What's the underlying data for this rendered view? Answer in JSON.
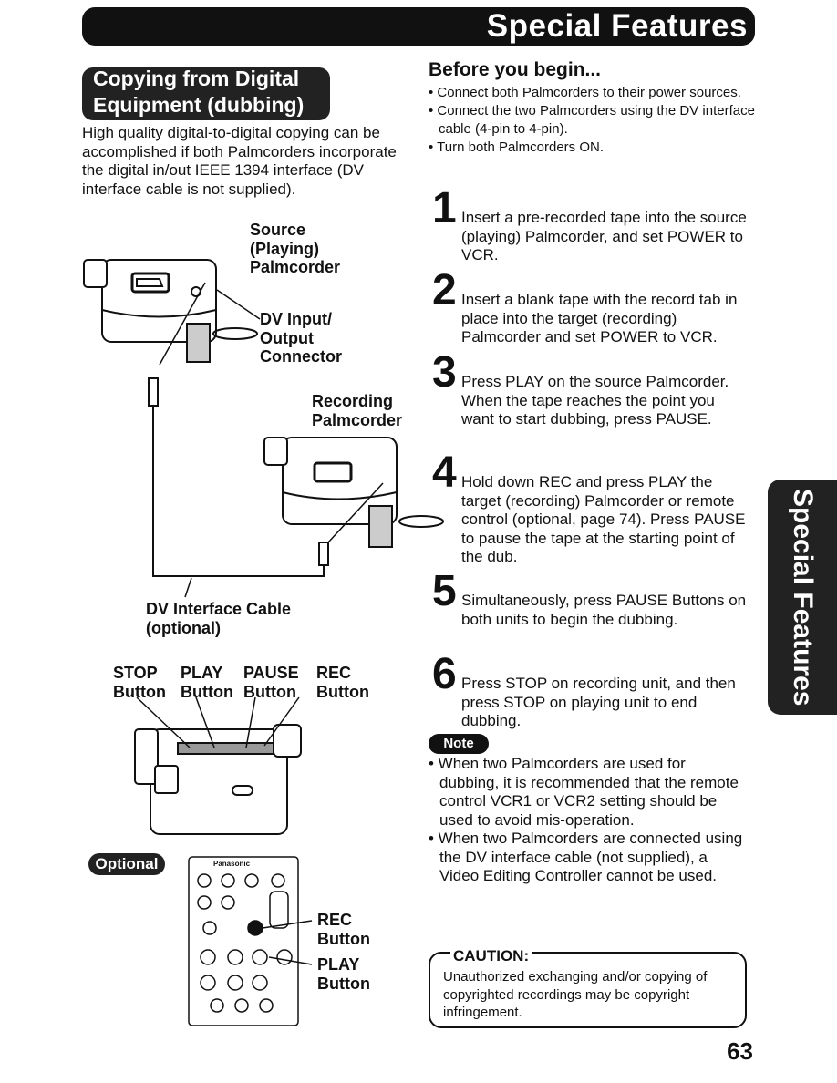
{
  "header": {
    "title": "Special Features"
  },
  "section": {
    "title": "Copying from Digital Equipment (dubbing)",
    "intro": "High quality digital-to-digital copying can be accomplished if both Palmcorders incorporate the digital in/out IEEE 1394 interface (DV interface cable is not supplied)."
  },
  "diagram": {
    "source_label": "Source (Playing) Palmcorder",
    "dv_label": "DV Input/ Output Connector",
    "recording_label": "Recording Palmcorder",
    "cable_label": "DV Interface Cable (optional)",
    "buttons": {
      "stop": "STOP Button",
      "play": "PLAY Button",
      "pause": "PAUSE Button",
      "rec": "REC Button"
    }
  },
  "optional": {
    "badge": "Optional",
    "remote_brand": "Panasonic",
    "rec_label": "REC Button",
    "play_label": "PLAY Button"
  },
  "before": {
    "title": "Before you begin...",
    "bullets": [
      "• Connect both Palmcorders to their power sources.",
      "• Connect the two Palmcorders using the DV interface cable (4-pin to 4-pin).",
      "• Turn both Palmcorders ON."
    ]
  },
  "steps": [
    {
      "num": "1",
      "text": "Insert a pre-recorded tape into the source (playing) Palmcorder, and set POWER to VCR."
    },
    {
      "num": "2",
      "text": "Insert a blank tape with the record tab in place into the target (recording) Palmcorder and set POWER to VCR."
    },
    {
      "num": "3",
      "text": "Press PLAY on the source Palmcorder. When the tape reaches the point you want to start dubbing, press PAUSE."
    },
    {
      "num": "4",
      "text": "Hold down REC and press PLAY the target (recording) Palmcorder or remote control (optional, page 74). Press PAUSE to pause the tape at the starting point of the dub."
    },
    {
      "num": "5",
      "text": "Simultaneously, press PAUSE Buttons on both units to begin the dubbing."
    },
    {
      "num": "6",
      "text": "Press STOP on recording unit, and then press STOP on playing unit to end dubbing."
    }
  ],
  "note": {
    "badge": "Note",
    "items": [
      "• When two Palmcorders are used for dubbing, it is recommended that the remote control VCR1 or VCR2 setting should be used to avoid mis-operation.",
      "• When two Palmcorders are connected using the DV interface cable (not supplied), a Video Editing Controller cannot be used."
    ]
  },
  "caution": {
    "title": "CAUTION:",
    "text": "Unauthorized exchanging and/or copying of copyrighted recordings may be copyright infringement."
  },
  "side_tab": "Special Features",
  "page_number": "63"
}
